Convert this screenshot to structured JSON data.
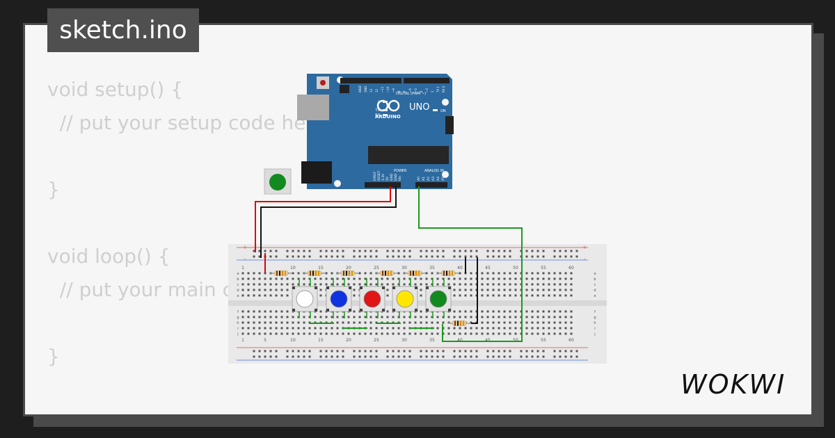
{
  "file_tab": {
    "name": "sketch.ino"
  },
  "code": {
    "lines": [
      "void setup() {",
      "  // put your setup code here, to run once:",
      "",
      "}",
      "",
      "void loop() {",
      "  // put your main code here, to run repeatedly:",
      "",
      "}"
    ]
  },
  "arduino": {
    "model": "UNO",
    "brand": "ARDUINO",
    "digital_header": "DIGITAL (PWM ~)",
    "power_label": "POWER",
    "analog_label": "ANALOG IN",
    "led_labels": [
      "L",
      "TX",
      "RX"
    ],
    "on_label": "ON",
    "power_pins": [
      "IOREF",
      "RESET",
      "3.3V",
      "5V",
      "GND",
      "GND",
      "Vin"
    ],
    "analog_pins": [
      "A0",
      "A1",
      "A2",
      "A3",
      "A4",
      "A5"
    ],
    "digital_pins": [
      "AREF",
      "GND",
      "13",
      "12",
      "~11",
      "~10",
      "~9",
      "8",
      "7",
      "~6",
      "~5",
      "4",
      "~3",
      "2",
      "TX 1",
      "RX 0"
    ]
  },
  "breadboard": {
    "columns_top": [
      "1",
      "10",
      "15",
      "20",
      "25",
      "30",
      "35",
      "40",
      "45",
      "50",
      "55",
      "60"
    ],
    "columns_bottom": [
      "1",
      "5",
      "10",
      "15",
      "20",
      "25",
      "30",
      "35",
      "40",
      "45",
      "50",
      "55",
      "60"
    ],
    "rows_top": [
      "a",
      "b",
      "c",
      "d",
      "e"
    ],
    "rows_bottom": [
      "f",
      "g",
      "h",
      "i",
      "j"
    ],
    "rails": [
      "+",
      "-"
    ]
  },
  "buttons": [
    {
      "color": "white",
      "hex": "#ffffff"
    },
    {
      "color": "blue",
      "hex": "#1033e0"
    },
    {
      "color": "red",
      "hex": "#e01515"
    },
    {
      "color": "yellow",
      "hex": "#ffe600"
    },
    {
      "color": "green",
      "hex": "#138a1f"
    }
  ],
  "spare_button": {
    "color": "green",
    "hex": "#138a1f"
  },
  "brand": {
    "name": "WOKWI"
  },
  "colors": {
    "wire_red": "#e00000",
    "wire_black": "#111111",
    "wire_green": "#1c9a1c",
    "board_blue": "#2d6a9f",
    "code_text": "#cfcfcf"
  }
}
